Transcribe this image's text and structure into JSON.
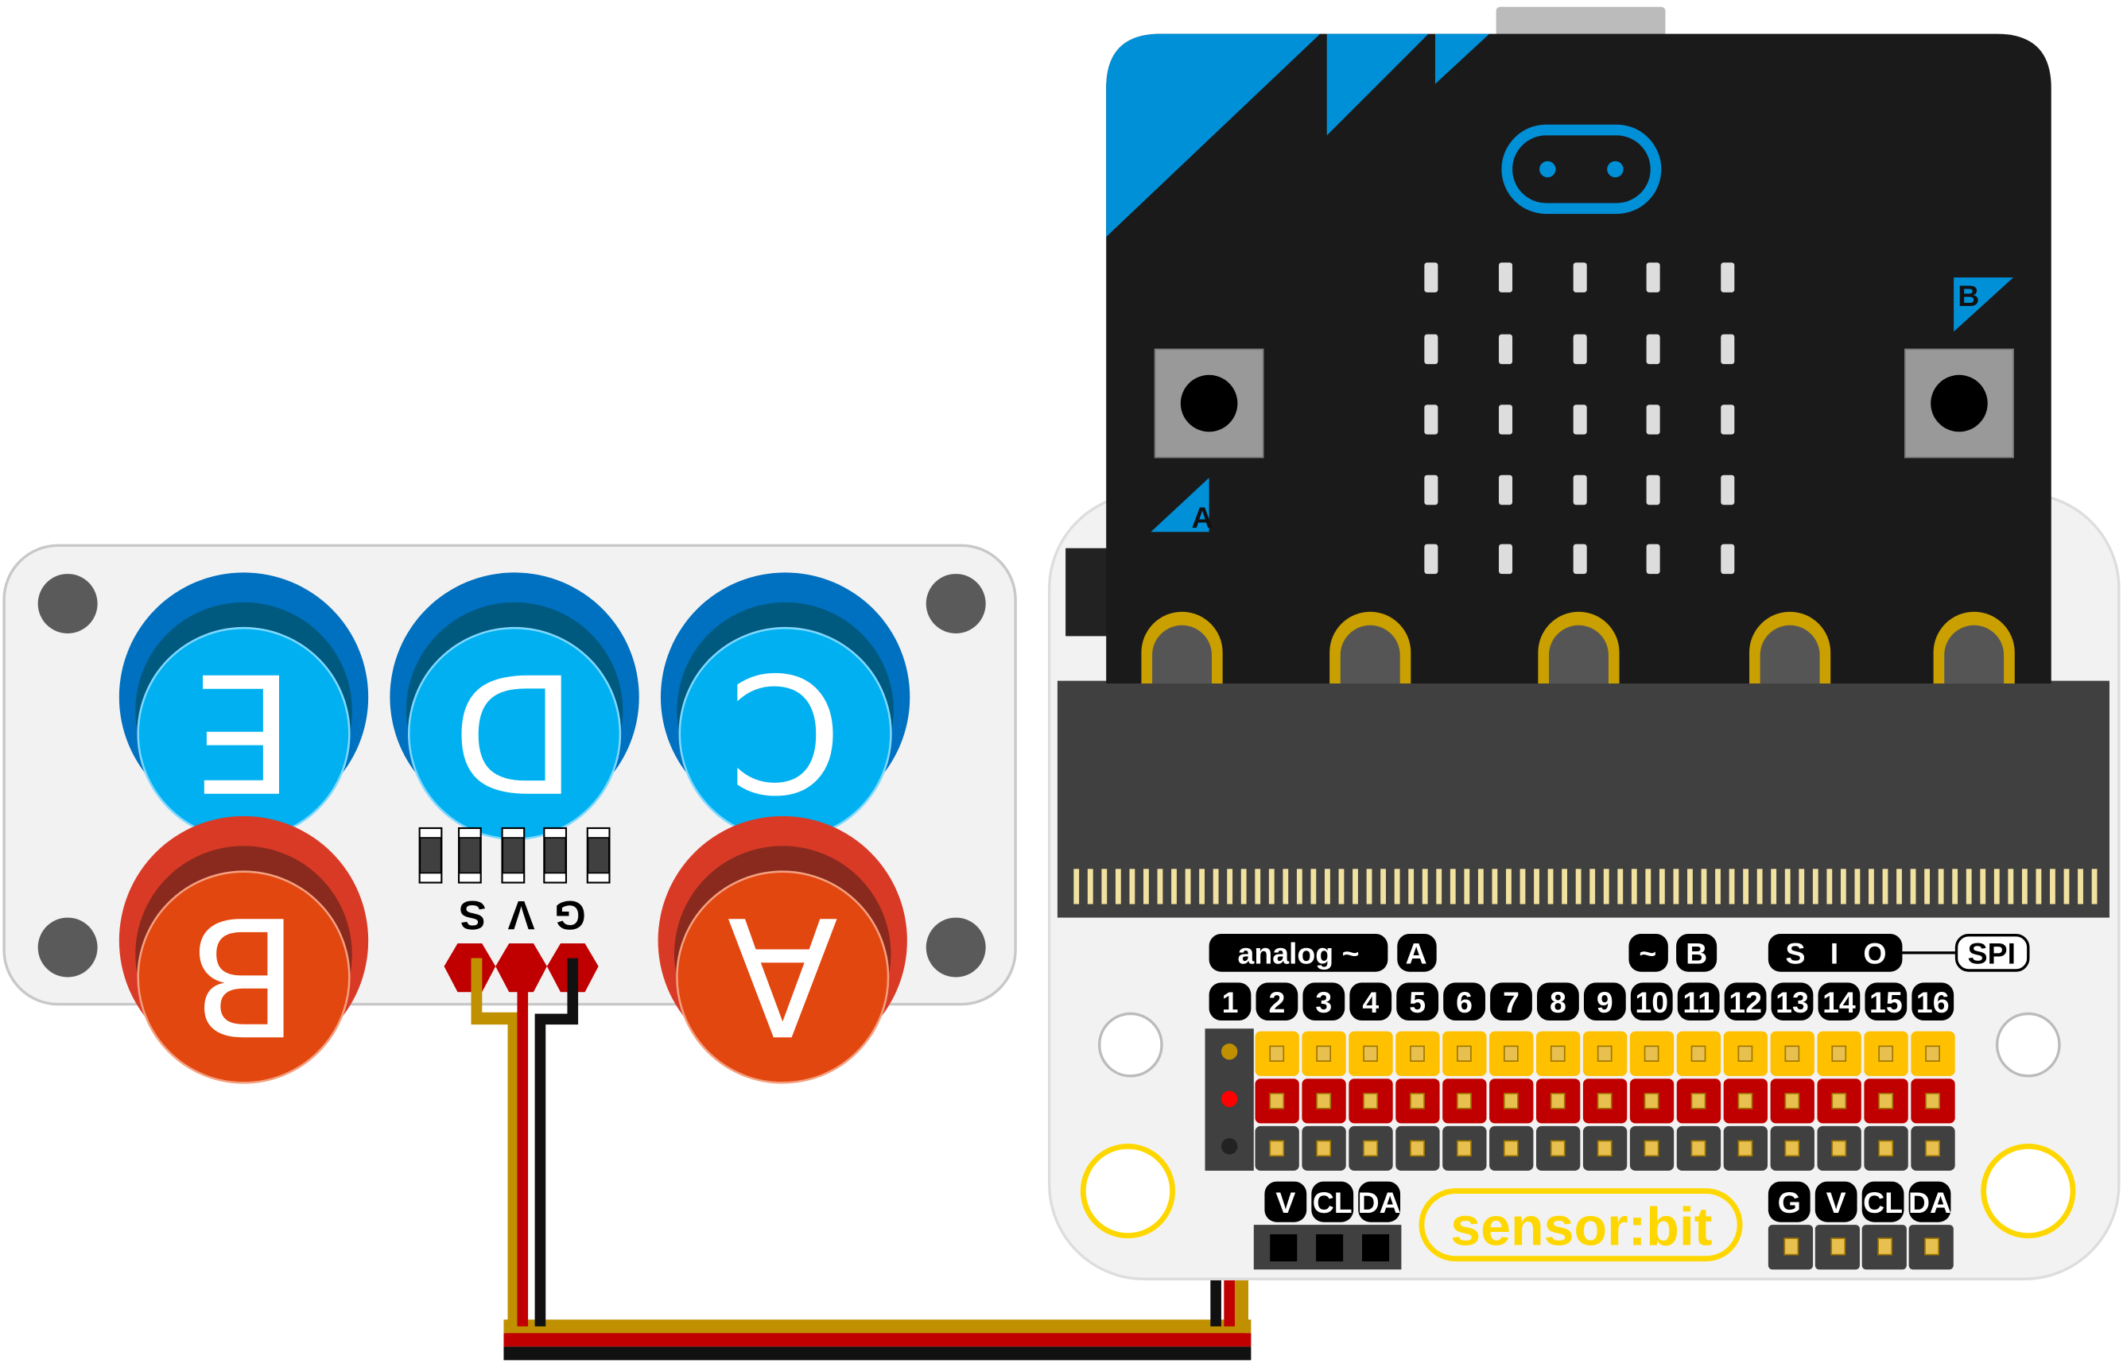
{
  "button_module": {
    "buttons": [
      {
        "label": "E",
        "color": "blue"
      },
      {
        "label": "D",
        "color": "blue"
      },
      {
        "label": "C",
        "color": "blue"
      },
      {
        "label": "B",
        "color": "red"
      },
      {
        "label": "A",
        "color": "red"
      }
    ],
    "pin_labels": [
      "G",
      "V",
      "S"
    ]
  },
  "microbit": {
    "button_a": "A",
    "button_b": "B"
  },
  "sensor_bit": {
    "logo": "sensor:bit",
    "function_labels": {
      "analog": "analog ~",
      "a": "A",
      "pwm": "~",
      "b": "B",
      "spi_pins": "S   I   O",
      "spi": "SPI"
    },
    "pin_numbers": [
      "1",
      "2",
      "3",
      "4",
      "5",
      "6",
      "7",
      "8",
      "9",
      "10",
      "11",
      "12",
      "13",
      "14",
      "15",
      "16"
    ],
    "i2c_left": [
      "V",
      "CL",
      "DA"
    ],
    "i2c_right": [
      "G",
      "V",
      "CL",
      "DA"
    ]
  },
  "colors": {
    "signal": "#ffc000",
    "power": "#c00000",
    "ground": "#404040",
    "blue_button": "#00b0f0",
    "red_button": "#e2470f"
  }
}
